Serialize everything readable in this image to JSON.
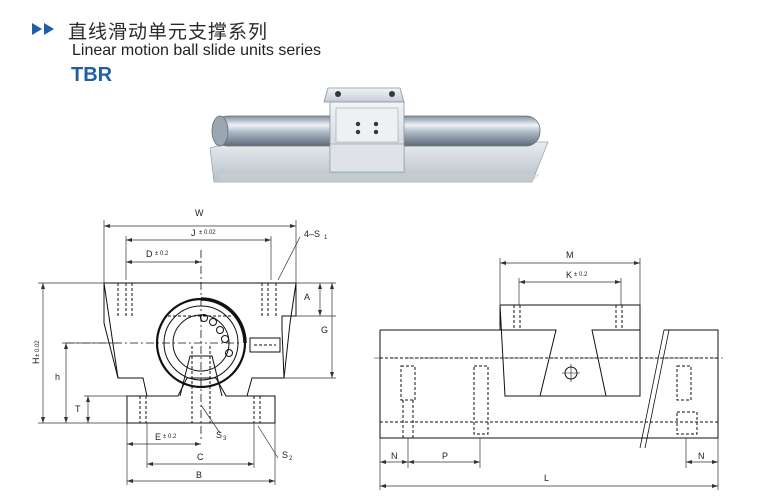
{
  "header": {
    "title_cn": "直线滑动单元支撑系列",
    "title_en": "Linear motion ball slide units series",
    "series_code": "TBR"
  },
  "front_view": {
    "labels": {
      "W": "W",
      "J": "J",
      "J_tol": "± 0.02",
      "D": "D",
      "D_tol": "± 0.2",
      "holes": "4–S",
      "holes_sub": "1",
      "A": "A",
      "G": "G",
      "H": "H",
      "H_tol": "± 0.02",
      "h": "h",
      "T": "T",
      "E": "E",
      "E_tol": "± 0.2",
      "S3": "S",
      "S3_sub": "3",
      "S2": "S",
      "S2_sub": "2",
      "C": "C",
      "B": "B"
    }
  },
  "side_view": {
    "labels": {
      "M": "M",
      "K": "K",
      "K_tol": "± 0.2",
      "N_left": "N",
      "P": "P",
      "N_right": "N",
      "L": "L"
    }
  },
  "colors": {
    "accent": "#1f5fa8",
    "line": "#111111",
    "dim_line": "#333333",
    "aluminum": "#d9dde2"
  },
  "icons": [
    "double-arrow-icon"
  ]
}
